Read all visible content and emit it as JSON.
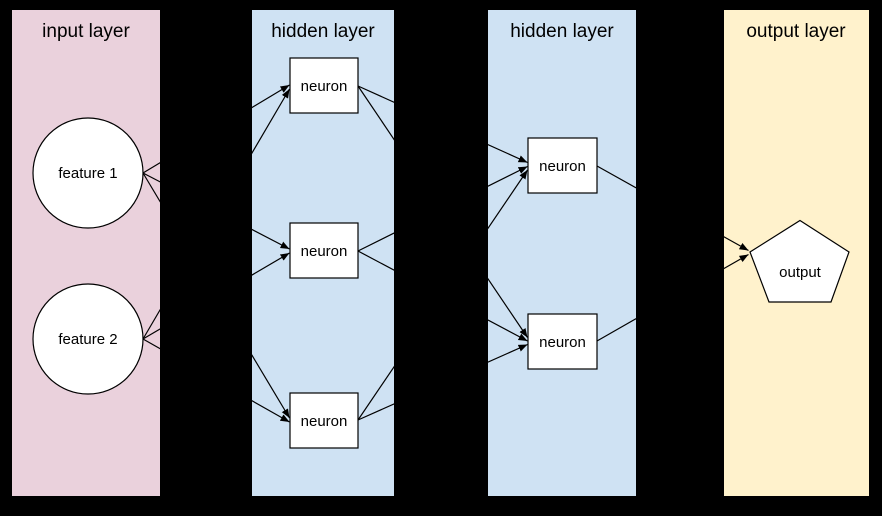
{
  "diagram": {
    "title_implicit": "neural network layers diagram",
    "background_color": "#000000",
    "node_fill": "#ffffff",
    "line_color": "#000000",
    "columns": [
      {
        "id": "input-layer",
        "label": "input layer",
        "fill": "#ead1dc"
      },
      {
        "id": "hidden-layer-1",
        "label": "hidden layer",
        "fill": "#cfe2f3"
      },
      {
        "id": "hidden-layer-2",
        "label": "hidden layer",
        "fill": "#cfe2f3"
      },
      {
        "id": "output-layer",
        "label": "output layer",
        "fill": "#fff2cc"
      }
    ],
    "nodes": {
      "feature1": {
        "label": "feature 1",
        "shape": "circle",
        "layer": "input layer"
      },
      "feature2": {
        "label": "feature 2",
        "shape": "circle",
        "layer": "input layer"
      },
      "h1n1": {
        "label": "neuron",
        "shape": "rectangle",
        "layer": "hidden layer 1"
      },
      "h1n2": {
        "label": "neuron",
        "shape": "rectangle",
        "layer": "hidden layer 1"
      },
      "h1n3": {
        "label": "neuron",
        "shape": "rectangle",
        "layer": "hidden layer 1"
      },
      "h2n1": {
        "label": "neuron",
        "shape": "rectangle",
        "layer": "hidden layer 2"
      },
      "h2n2": {
        "label": "neuron",
        "shape": "rectangle",
        "layer": "hidden layer 2"
      },
      "output": {
        "label": "output",
        "shape": "pentagon",
        "layer": "output layer"
      }
    },
    "edges": [
      {
        "from": "feature1",
        "to": "h1n1"
      },
      {
        "from": "feature1",
        "to": "h1n2"
      },
      {
        "from": "feature1",
        "to": "h1n3"
      },
      {
        "from": "feature2",
        "to": "h1n1"
      },
      {
        "from": "feature2",
        "to": "h1n2"
      },
      {
        "from": "feature2",
        "to": "h1n3"
      },
      {
        "from": "h1n1",
        "to": "h2n1"
      },
      {
        "from": "h1n1",
        "to": "h2n2"
      },
      {
        "from": "h1n2",
        "to": "h2n1"
      },
      {
        "from": "h1n2",
        "to": "h2n2"
      },
      {
        "from": "h1n3",
        "to": "h2n1"
      },
      {
        "from": "h1n3",
        "to": "h2n2"
      },
      {
        "from": "h2n1",
        "to": "output"
      },
      {
        "from": "h2n2",
        "to": "output"
      }
    ]
  }
}
